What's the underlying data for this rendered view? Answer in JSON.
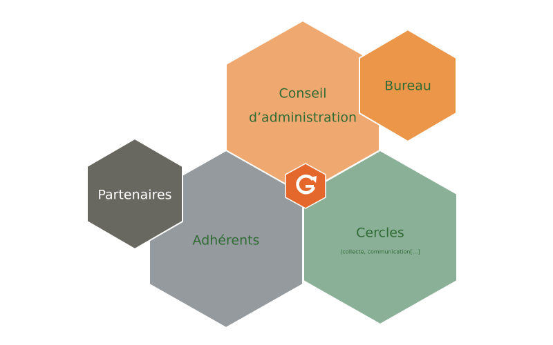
{
  "nodes": {
    "conseil": {
      "line1": "Conseil",
      "line2": "d’administration",
      "fill": "#efa870",
      "text_color": "#2f6b33"
    },
    "bureau": {
      "label": "Bureau",
      "fill": "#ec964a",
      "text_color": "#2f6b33"
    },
    "partenaires": {
      "label": "Partenaires",
      "fill": "#686860",
      "text_color": "#ffffff"
    },
    "adherents": {
      "label": "Adhérents",
      "fill": "#949a9e",
      "text_color": "#2f6b33"
    },
    "cercles": {
      "label": "Cercles",
      "sub": "(collecte, communication[…]",
      "fill": "#8ab098",
      "text_color": "#2f6b33"
    }
  },
  "center_logo": {
    "icon": "refresh-arrow-icon",
    "fill": "#e4682b",
    "glyph_color": "#ffffff"
  }
}
